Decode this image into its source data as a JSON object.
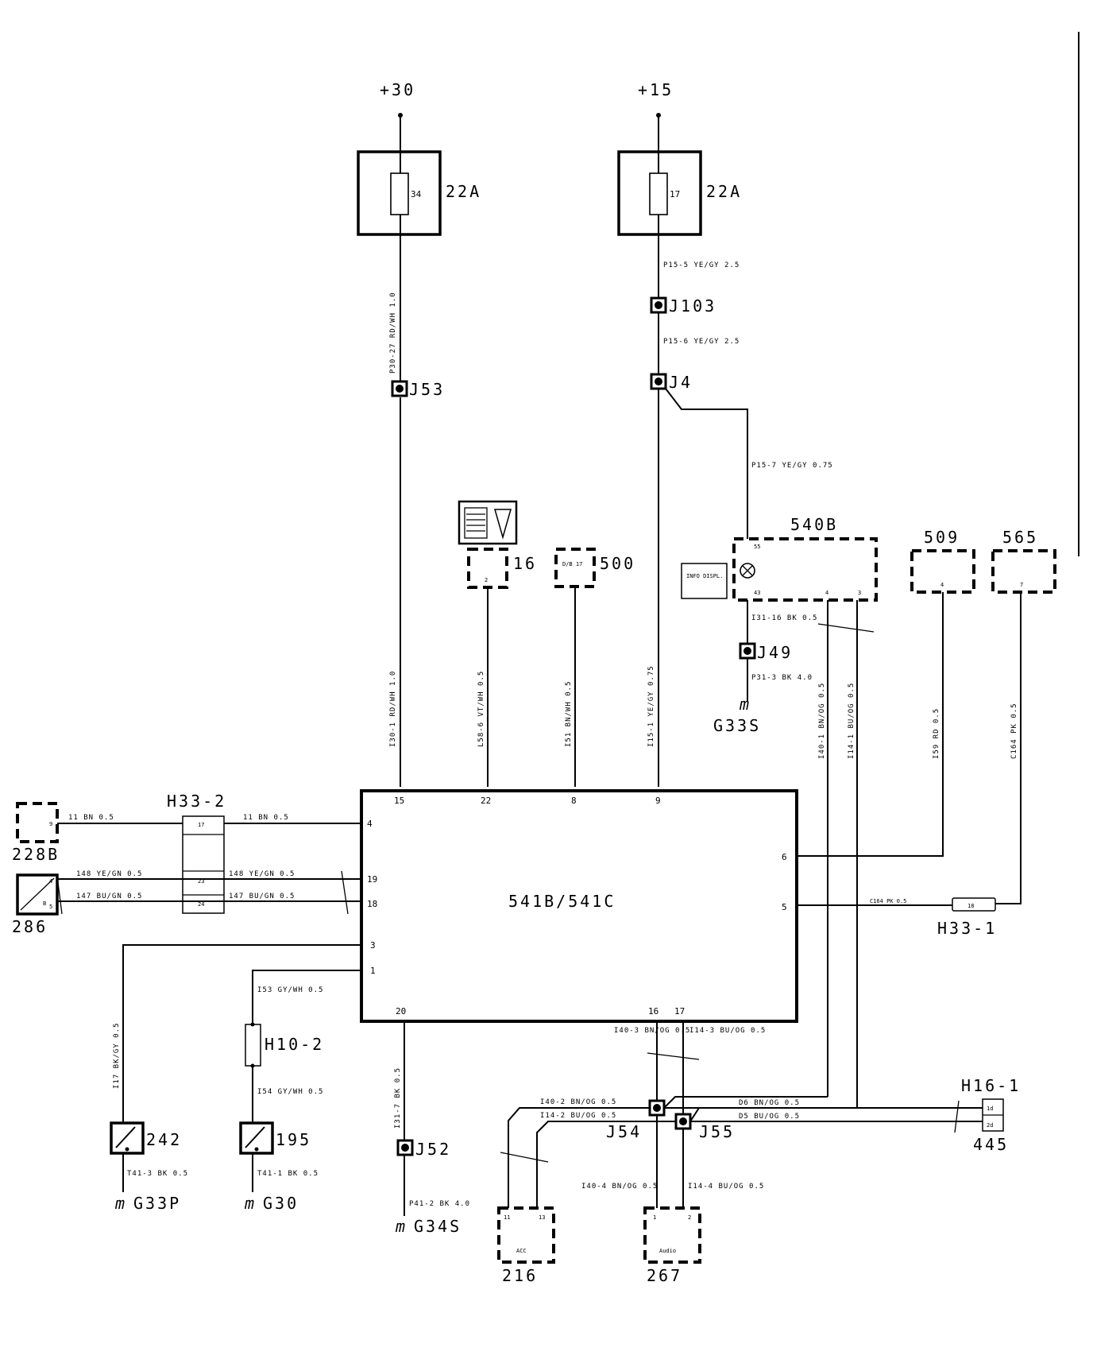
{
  "supply": {
    "plus30": "+30",
    "plus15": "+15"
  },
  "fuse_left": {
    "number": "34",
    "rating": "22A"
  },
  "fuse_right": {
    "number": "17",
    "rating": "22A"
  },
  "wires": {
    "p30_27": "P30-27 RD/WH 1.0",
    "p15_5": "P15-5 YE/GY 2.5",
    "p15_6": "P15-6 YE/GY 2.5",
    "p15_7": "P15-7 YE/GY 0.75",
    "i30_1": "I30-1 RD/WH 1.0",
    "l58_6": "L58-6 VT/WH 0.5",
    "i51": "I51 BN/WH 0.5",
    "i15_1": "I15-1 YE/GY 0.75",
    "i31_16": "I31-16 BK 0.5",
    "p31_3": "P31-3 BK 4.0",
    "i40_1": "I40-1 BN/OG 0.5",
    "i14_1": "I14-1 BU/OG 0.5",
    "i59": "I59 RD 0.5",
    "c164": "C164 PK 0.5",
    "c164_h": "C164 PK 0.5",
    "w11a": "11 BN 0.5",
    "w11b": "11 BN 0.5",
    "w148a": "148 YE/GN 0.5",
    "w148b": "148 YE/GN 0.5",
    "w147a": "147 BU/GN 0.5",
    "w147b": "147 BU/GN 0.5",
    "i17": "I17 BK/GY 0.5",
    "i53": "I53 GY/WH 0.5",
    "i54": "I54 GY/WH 0.5",
    "i31_7": "I31-7 BK 0.5",
    "t41_3": "T41-3 BK 0.5",
    "t41_1": "T41-1 BK 0.5",
    "p41_2": "P41-2 BK 4.0",
    "i40_3": "I40-3 BN/OG 0.5",
    "i14_3": "I14-3 BU/OG 0.5",
    "i40_2": "I40-2 BN/OG 0.5",
    "i14_2": "I14-2 BU/OG 0.5",
    "d6": "D6 BN/OG 0.5",
    "d5": "D5 BU/OG 0.5",
    "i40_4": "I40-4 BN/OG 0.5",
    "i14_4": "I14-4 BU/OG 0.5"
  },
  "splices": {
    "j103": "J103",
    "j4": "J4",
    "j53": "J53",
    "j49": "J49",
    "j52": "J52",
    "j54": "J54",
    "j55": "J55"
  },
  "grounds": {
    "g33s": "G33S",
    "g33p": "G33P",
    "g30": "G30",
    "g34s": "G34S"
  },
  "components": {
    "c16": "16",
    "c16_pin": "2",
    "c500": "500",
    "c500_pin": "D/B 17",
    "c540b": "540B",
    "c540b_label": "INFO DISPL.",
    "c540b_p55": "55",
    "c540b_p43": "43",
    "c540b_p4": "4",
    "c540b_p3": "3",
    "c509": "509",
    "c509_pin": "4",
    "c565": "565",
    "c565_pin": "7",
    "c228b": "228B",
    "c228b_pin": "9",
    "c286": "286",
    "c286_pin": "B",
    "c286_p4": "4",
    "c286_p5": "5",
    "c242": "242",
    "c195": "195",
    "c216": "216",
    "c216_label": "ACC",
    "c216_p11": "11",
    "c216_p13": "13",
    "c267": "267",
    "c267_label": "Audio",
    "c267_p1": "1",
    "c267_p2": "2",
    "c445": "445",
    "c445_p1": "1d",
    "c445_p2": "2d"
  },
  "connectors": {
    "h33_2": "H33-2",
    "h33_2_p17": "17",
    "h33_2_p23": "23",
    "h33_2_p24": "24",
    "h33_1": "H33-1",
    "h33_1_pin": "18",
    "h10_2": "H10-2",
    "h16_1": "H16-1"
  },
  "module": {
    "label": "541B/541C",
    "pins": {
      "p15": "15",
      "p22": "22",
      "p8": "8",
      "p9": "9",
      "p4": "4",
      "p19": "19",
      "p18": "18",
      "p3": "3",
      "p1": "1",
      "p20": "20",
      "p16": "16",
      "p17": "17",
      "p6": "6",
      "p5": "5"
    }
  }
}
